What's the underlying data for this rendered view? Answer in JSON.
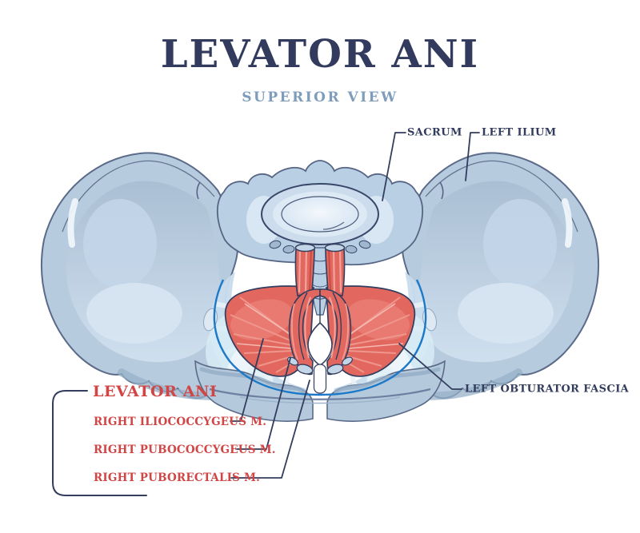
{
  "title": "LEVATOR ANI",
  "subtitle": "SUPERIOR VIEW",
  "labels": {
    "sacrum": "SACRUM",
    "left_ilium": "LEFT ILIUM",
    "left_obturator_fascia": "LEFT OBTURATOR FASCIA",
    "levator_ani": "LEVATOR ANI",
    "right_iliococcygeus": "RIGHT ILIOCOCCYGEUS M.",
    "right_pubococcygeus": "RIGHT PUBOCOCCYGEUS M.",
    "right_puborectalis": "RIGHT PUBORECTALIS M."
  },
  "colors": {
    "title_ink": "#323b5e",
    "subtitle_blue": "#7e9cbc",
    "label_navy": "#323c5c",
    "label_red": "#d14545",
    "muscle_red": "#e2685f",
    "muscle_red_dark": "#c74c44",
    "muscle_stripe": "#f2a39b",
    "bone_blue": "#b7cbdf",
    "bone_light": "#d9e7f3",
    "bone_shadow": "#97b1c8",
    "fascia_blue_line": "#1d79c8",
    "outline_navy": "#333d5e",
    "background": "#ffffff"
  }
}
